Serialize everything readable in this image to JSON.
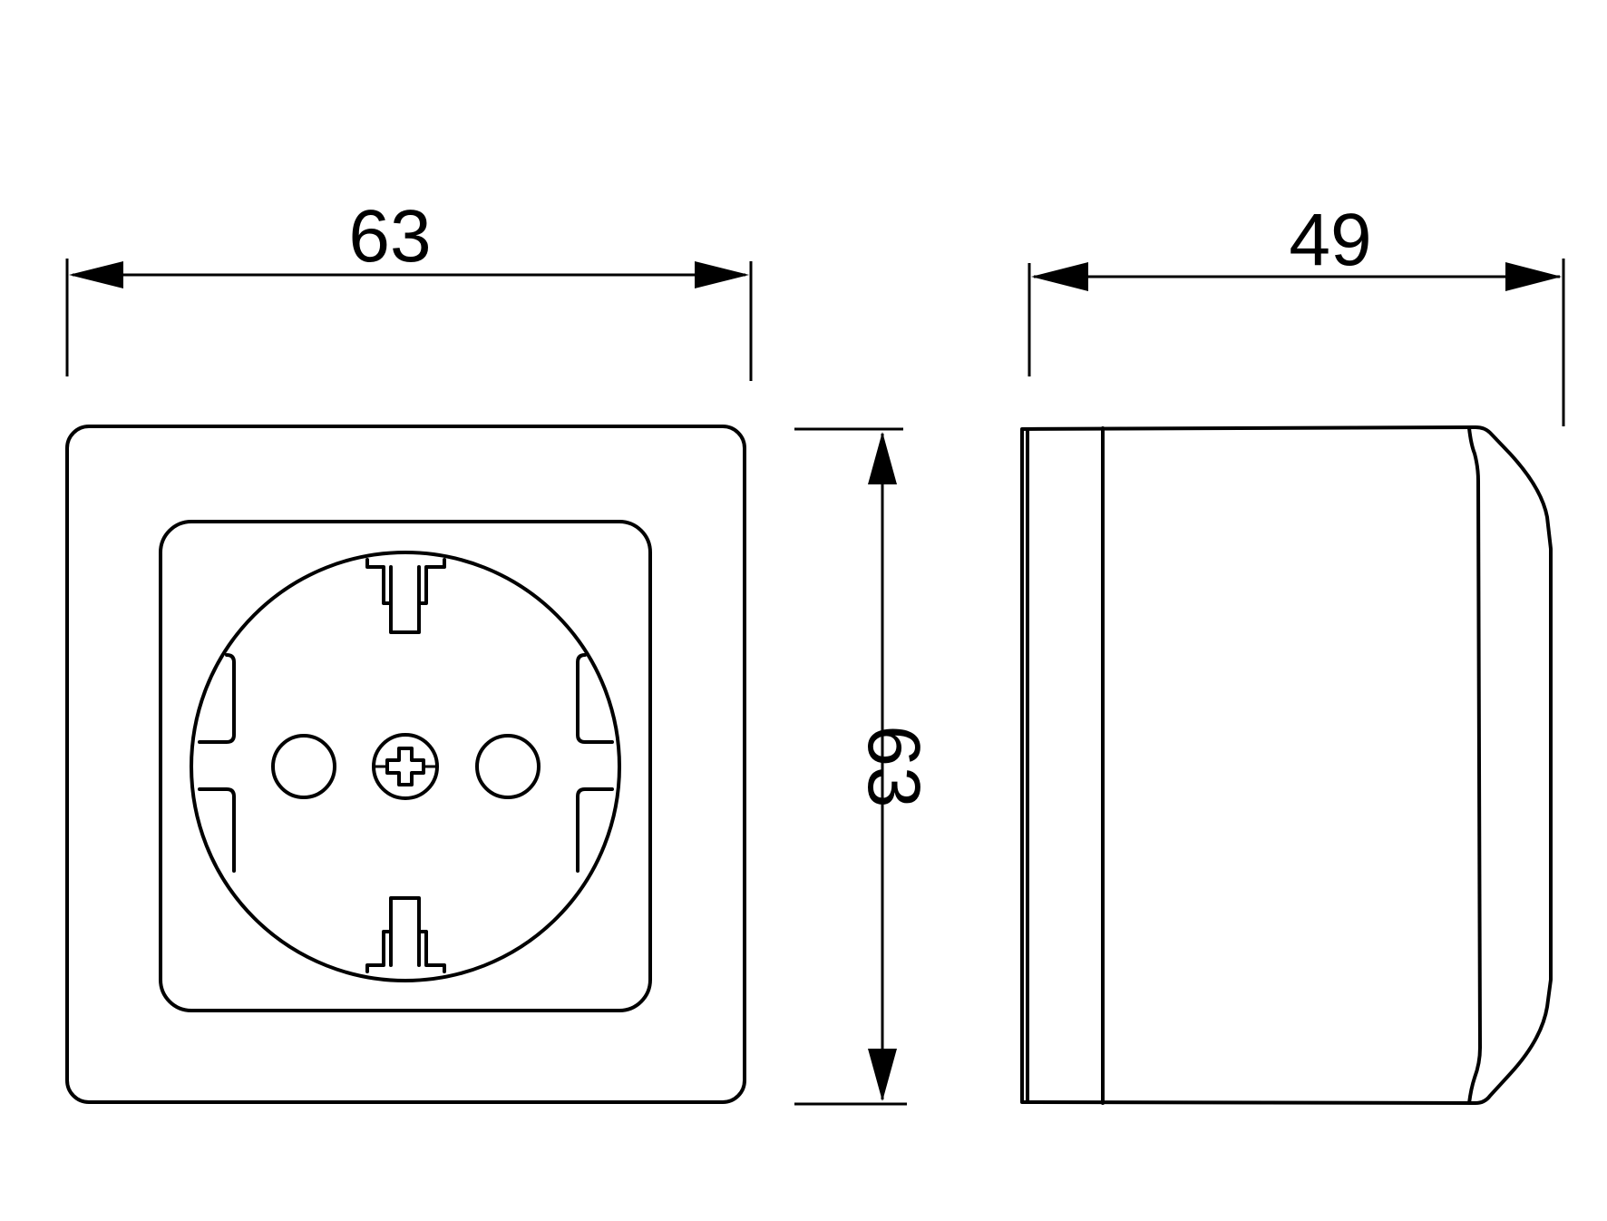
{
  "dimensions": {
    "front_width": "63",
    "front_height": "63",
    "side_depth": "49"
  }
}
